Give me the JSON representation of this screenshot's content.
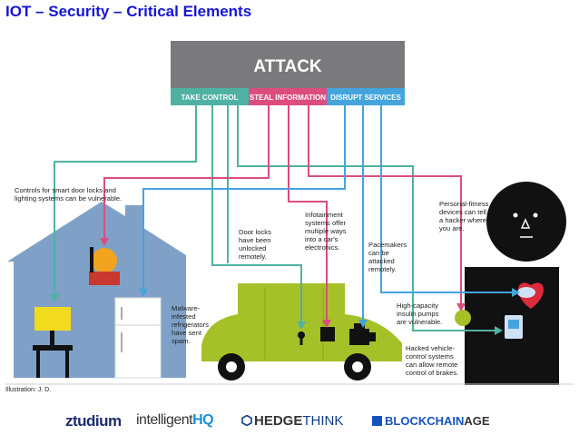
{
  "title": "IOT – Security – Critical Elements",
  "attack": {
    "heading": "ATTACK",
    "categories": [
      "TAKE CONTROL",
      "STEAL INFORMATION",
      "DISRUPT SERVICES"
    ]
  },
  "colors": {
    "take_control": "#4fb1a2",
    "steal_information": "#dc4d7d",
    "disrupt_services": "#45a4dc",
    "attack_box": "#7a7a7c",
    "house": "#7fa1c7",
    "car": "#a4c128",
    "body": "#111111",
    "title": "#1515d6"
  },
  "labels": {
    "door_lights": [
      "Controls for smart door locks and",
      "lighting systems can be vulnerable."
    ],
    "door_locks": [
      "Door locks",
      "have been",
      "unlocked",
      "remotely."
    ],
    "infotainment": [
      "Infotainment",
      "systems offer",
      "multiple ways",
      "into a car's",
      "electronics."
    ],
    "pacemakers": [
      "Pacemakers",
      "can be",
      "attacked",
      "remotely."
    ],
    "fitness": [
      "Personal-fitness",
      "devices can tell",
      "a hacker where",
      "you are."
    ],
    "malware": [
      "Malware-",
      "infested",
      "refrigerators",
      "have sent",
      "spam."
    ],
    "insulin": [
      "High-capacity",
      "insulin pumps",
      "are vulnerable."
    ],
    "vehicle": [
      "Hacked vehicle-",
      "control systems",
      "can allow remote",
      "control of brakes."
    ]
  },
  "footer": {
    "credit": "Illustration: J. D.",
    "logos": {
      "ztudium": "ztudium",
      "ihq_a": "intelligent",
      "ihq_b": "HQ",
      "hedge_a": "HEDGE",
      "hedge_b": "THINK",
      "block_a": "BLOCKCHAIN",
      "block_b": "AGE"
    }
  }
}
